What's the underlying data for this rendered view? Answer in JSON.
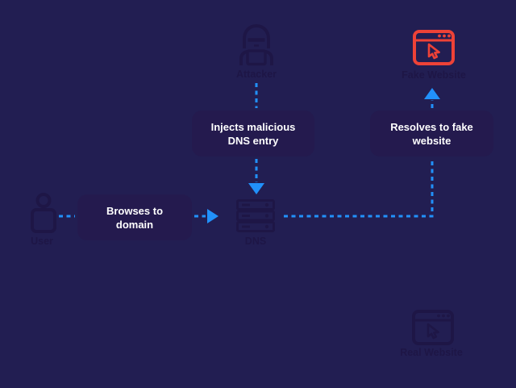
{
  "colors": {
    "background": "#221e52",
    "node": "#1e1646",
    "box": "#241a4e",
    "arrow": "#2191fb",
    "alert": "#ee4237",
    "box-text": "#ffffff"
  },
  "nodes": {
    "attacker": {
      "label": "Attacker"
    },
    "fake_website": {
      "label": "Fake Website"
    },
    "real_website": {
      "label": "Real Website"
    },
    "user": {
      "label": "User"
    },
    "dns": {
      "label": "DNS"
    }
  },
  "steps": {
    "inject": {
      "label": "Injects malicious DNS entry"
    },
    "browse": {
      "label": "Browses to domain"
    },
    "resolve": {
      "label": "Resolves to fake website"
    }
  }
}
